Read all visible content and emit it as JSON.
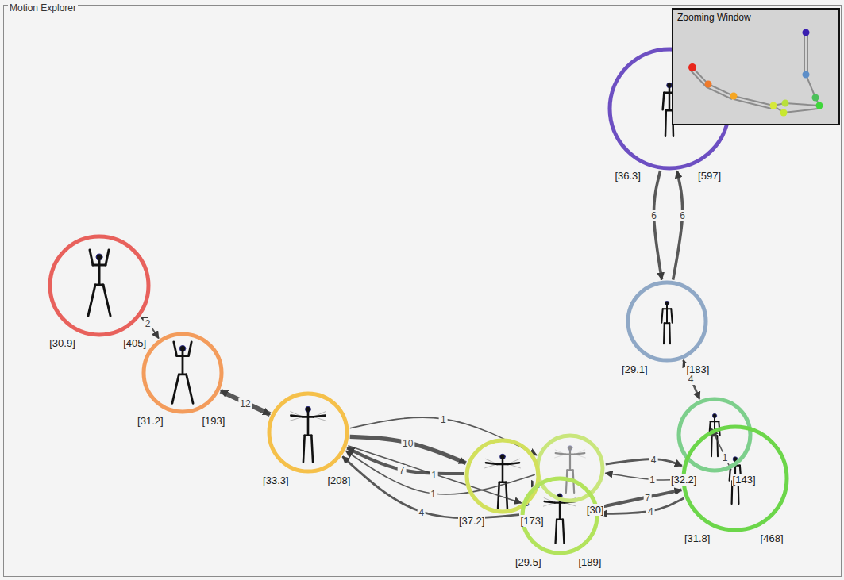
{
  "diagram": {
    "title": "Motion Explorer",
    "nodes": [
      {
        "text": [
          "Zooming Window"
        ]
      },
      {
        "text": [
          "[36.3]",
          "[597]"
        ]
      },
      {
        "text": [
          "[30.9]",
          "[405]"
        ]
      },
      {
        "text": [
          "[29.1]",
          "[183]"
        ]
      },
      {
        "text": [
          "[31.2]",
          "[193]"
        ]
      },
      {
        "text": [
          "[32.2]",
          "[143]"
        ]
      },
      {
        "text": [
          "[33.3]",
          "[208]"
        ]
      },
      {
        "text": [
          "[30]"
        ]
      },
      {
        "text": [
          "[37.2]",
          "[173]"
        ]
      },
      {
        "text": [
          "[31.8]",
          "[468]"
        ]
      },
      {
        "text": [
          "[29.5]",
          "[189]"
        ]
      }
    ],
    "edges": [
      {
        "from": 2,
        "to": 4,
        "arrow": "both",
        "label": "2"
      },
      {
        "from": 4,
        "to": 6,
        "arrow": "both",
        "label": "12"
      },
      {
        "from": 3,
        "to": 1,
        "arrow": "to",
        "label": "6"
      },
      {
        "from": 1,
        "to": 3,
        "arrow": "to",
        "label": "6"
      },
      {
        "from": 5,
        "to": 3,
        "arrow": "both",
        "label": "4"
      },
      {
        "from": 6,
        "to": 7,
        "arrow": "to",
        "label": "1"
      },
      {
        "from": 6,
        "to": 8,
        "arrow": "to",
        "label": "10"
      },
      {
        "from": 6,
        "to": 10,
        "arrow": "to",
        "label": "1"
      },
      {
        "from": 8,
        "to": 6,
        "arrow": "to",
        "label": "7"
      },
      {
        "from": 7,
        "to": 6,
        "arrow": "to",
        "label": "1"
      },
      {
        "from": 10,
        "to": 6,
        "arrow": "to",
        "label": "4"
      },
      {
        "from": 7,
        "to": 9,
        "arrow": "to",
        "label": "4"
      },
      {
        "from": 9,
        "to": 7,
        "arrow": "to",
        "label": "1"
      },
      {
        "from": 10,
        "to": 9,
        "arrow": "to",
        "label": "7"
      },
      {
        "from": 9,
        "to": 10,
        "arrow": "to",
        "label": "4"
      },
      {
        "from": 5,
        "to": 9,
        "arrow": "to",
        "label": "1"
      },
      {
        "from": 8,
        "to": 10,
        "arrow": "to",
        "label": "8"
      },
      {
        "from": 8,
        "to": 7,
        "arrow": "to",
        "label": "4"
      }
    ]
  }
}
